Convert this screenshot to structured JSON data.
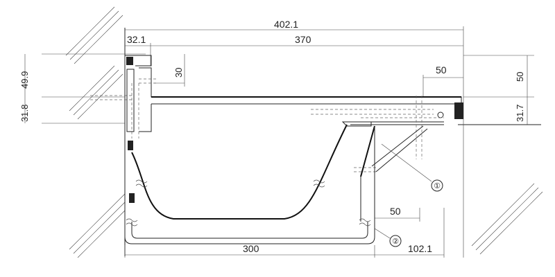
{
  "dimensions": {
    "overall_width": "402.1",
    "wall_offset": "32.1",
    "body_length": "370",
    "bracket_height": "30",
    "lid_offset": "50",
    "right_top_height": "50",
    "left_top_height": "49.9",
    "left_mid_height": "31.8",
    "right_mid_height": "31.7",
    "inner_offset": "50",
    "bottom_width": "300",
    "bottom_right": "102.1"
  },
  "callouts": {
    "part_1": "①",
    "part_2": "②"
  },
  "colors": {
    "line": "#222222",
    "background": "#ffffff"
  }
}
